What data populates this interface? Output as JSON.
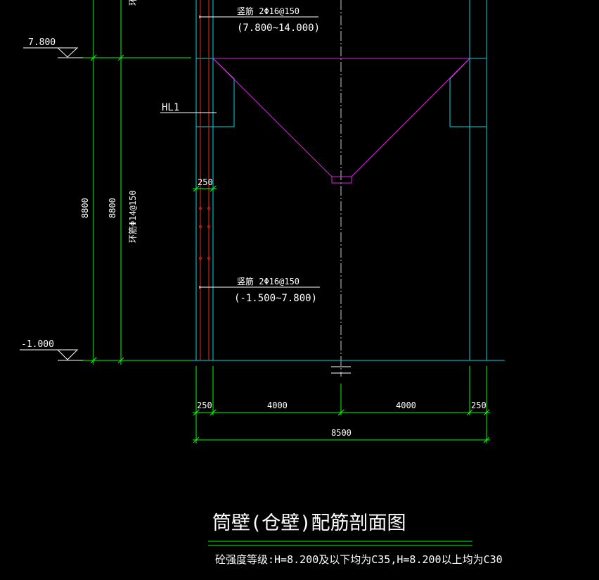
{
  "colors": {
    "background": "#000000",
    "wall": "#00d8e0",
    "dim": "#00ff00",
    "hopper": "#e020e0",
    "rebar": "#ff2020",
    "text": "#ffffff",
    "center": "#c8c8c8"
  },
  "labels": {
    "elev_top": "7.800",
    "elev_bottom": "-1.000",
    "hl1": "HL1",
    "rebar_upper_line1": "竖筋 2Φ16@150",
    "rebar_upper_line2": "(7.800~14.000)",
    "rebar_lower_line1": "竖筋 2Φ16@150",
    "rebar_lower_line2": "(-1.500~7.800)",
    "hoop": "环筋Φ14@150",
    "dim_height_1": "8800",
    "dim_height_2": "8800",
    "dim_wall_thickness": "250",
    "dim_bottom_left": "250",
    "dim_bottom_mid_left": "4000",
    "dim_bottom_mid_right": "4000",
    "dim_bottom_right": "250",
    "dim_total": "8500",
    "cropped_top_text": "环"
  },
  "title": {
    "main": "筒壁(仓壁)配筋剖面图",
    "note": "砼强度等级:H=8.200及以下均为C35,H=8.200以上均为C30"
  }
}
